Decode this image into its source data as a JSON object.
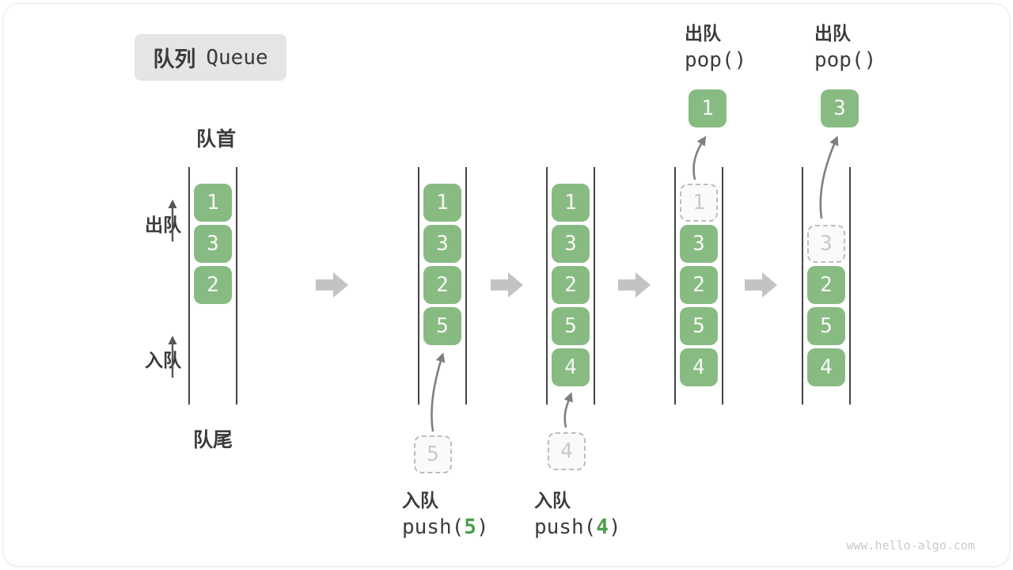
{
  "title": {
    "zh": "队列",
    "en": "Queue"
  },
  "side_labels": {
    "front": "队首",
    "rear": "队尾",
    "dequeue": "出队",
    "enqueue": "入队"
  },
  "watermark": "www.hello-algo.com",
  "colors": {
    "box_green": "#87bb82",
    "code_arg_green": "#4c9e4c",
    "block_arrow_gray": "#c3c3c3",
    "wall_line": "#454545",
    "text_dark": "#3b3b3b",
    "ghost_border": "#bdbdbd",
    "ghost_text": "#c9c9c9"
  },
  "states": [
    {
      "name": "initial",
      "cells": [
        {
          "value": "1",
          "slot": 0,
          "variant": "solid"
        },
        {
          "value": "3",
          "slot": 1,
          "variant": "solid"
        },
        {
          "value": "2",
          "slot": 2,
          "variant": "solid"
        }
      ]
    },
    {
      "name": "after-push-5",
      "cells": [
        {
          "value": "1",
          "slot": 0,
          "variant": "solid"
        },
        {
          "value": "3",
          "slot": 1,
          "variant": "solid"
        },
        {
          "value": "2",
          "slot": 2,
          "variant": "solid"
        },
        {
          "value": "5",
          "slot": 3,
          "variant": "solid"
        }
      ],
      "incoming_value": "5",
      "op": {
        "position": "bottom",
        "label": "入队",
        "code_pre": "push(",
        "code_arg": "5",
        "code_post": ")"
      }
    },
    {
      "name": "after-push-4",
      "cells": [
        {
          "value": "1",
          "slot": 0,
          "variant": "solid"
        },
        {
          "value": "3",
          "slot": 1,
          "variant": "solid"
        },
        {
          "value": "2",
          "slot": 2,
          "variant": "solid"
        },
        {
          "value": "5",
          "slot": 3,
          "variant": "solid"
        },
        {
          "value": "4",
          "slot": 4,
          "variant": "solid"
        }
      ],
      "incoming_value": "4",
      "op": {
        "position": "bottom",
        "label": "入队",
        "code_pre": "push(",
        "code_arg": "4",
        "code_post": ")"
      }
    },
    {
      "name": "pop-1",
      "cells": [
        {
          "value": "1",
          "slot": 0,
          "variant": "ghost"
        },
        {
          "value": "3",
          "slot": 1,
          "variant": "solid"
        },
        {
          "value": "2",
          "slot": 2,
          "variant": "solid"
        },
        {
          "value": "5",
          "slot": 3,
          "variant": "solid"
        },
        {
          "value": "4",
          "slot": 4,
          "variant": "solid"
        }
      ],
      "outgoing_value": "1",
      "op": {
        "position": "top",
        "label": "出队",
        "code_pre": "pop()",
        "code_arg": "",
        "code_post": ""
      }
    },
    {
      "name": "pop-3",
      "cells": [
        {
          "value": "3",
          "slot": 1,
          "variant": "ghost"
        },
        {
          "value": "2",
          "slot": 2,
          "variant": "solid"
        },
        {
          "value": "5",
          "slot": 3,
          "variant": "solid"
        },
        {
          "value": "4",
          "slot": 4,
          "variant": "solid"
        }
      ],
      "outgoing_value": "3",
      "op": {
        "position": "top",
        "label": "出队",
        "code_pre": "pop()",
        "code_arg": "",
        "code_post": ""
      }
    }
  ]
}
